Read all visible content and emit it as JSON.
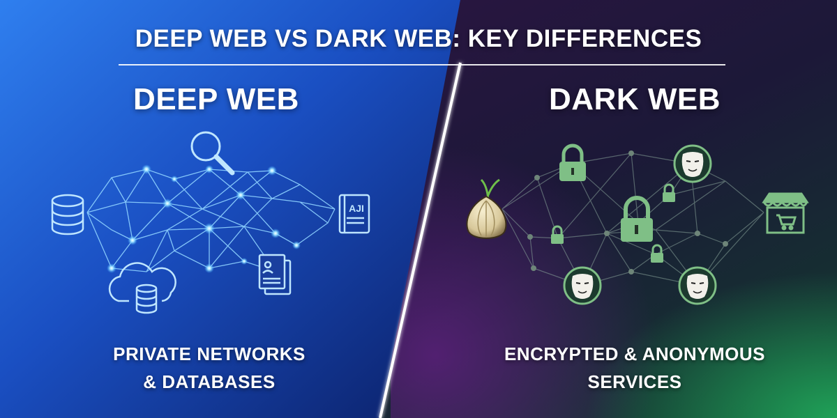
{
  "title": "DEEP WEB VS DARK WEB: KEY DIFFERENCES",
  "left": {
    "heading": "DEEP WEB",
    "caption_lines": [
      "PRIVATE NETWORKS",
      "& DATABASES"
    ],
    "icons": [
      "database-icon",
      "search-icon",
      "book-icon",
      "cloud-database-icon",
      "document-icon"
    ],
    "book_text": "AJI"
  },
  "right": {
    "heading": "DARK WEB",
    "caption_lines": [
      "ENCRYPTED & ANONYMOUS",
      "SERVICES"
    ],
    "icons": [
      "onion-icon",
      "lock-icon",
      "mask-icon",
      "shop-icon"
    ]
  },
  "colors": {
    "left_bg": "#1f63d6",
    "left_bg_dark": "#0c2a7a",
    "right_bg": "#2a0f3e",
    "right_green": "#1e9a55",
    "node_glow": "#7fd4ff",
    "dark_icon_green": "#7fbf86",
    "divider": "#ffffff"
  }
}
